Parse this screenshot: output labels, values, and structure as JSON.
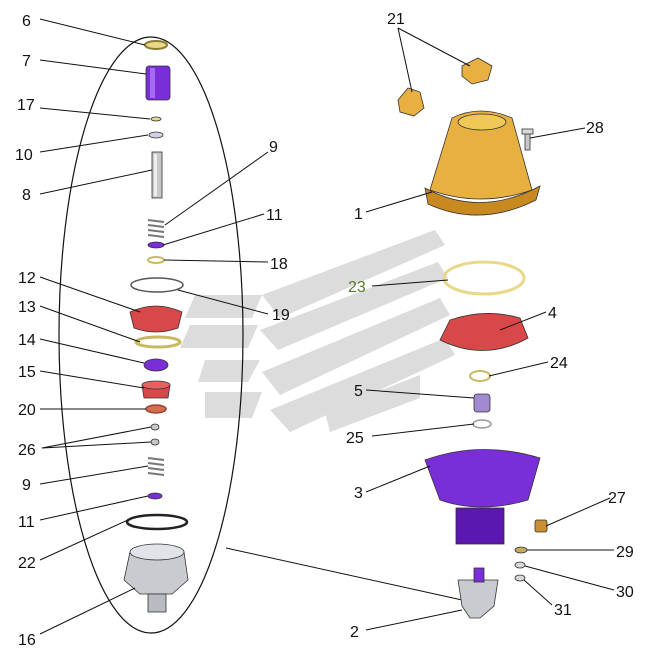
{
  "diagram": {
    "title": "",
    "watermark": "logo",
    "colors": {
      "orange": "#e8b040",
      "orange_dark": "#c88a20",
      "purple": "#7a2ed8",
      "purple_dark": "#5a18b0",
      "red": "#d84848",
      "red_dark": "#b02828",
      "gray": "#c8c8c8",
      "ring": "#e8d888",
      "watermark": "#dcdcdc",
      "label_green": "#5a7a2a"
    },
    "labels": {
      "p6": "6",
      "p7": "7",
      "p17": "17",
      "p10": "10",
      "p8": "8",
      "p9a": "9",
      "p11a": "11",
      "p18": "18",
      "p12": "12",
      "p19": "19",
      "p13": "13",
      "p14": "14",
      "p15": "15",
      "p20": "20",
      "p26": "26",
      "p9b": "9",
      "p11b": "11",
      "p22": "22",
      "p16": "16",
      "p21": "21",
      "p28": "28",
      "p1": "1",
      "p23": "23",
      "p4": "4",
      "p24": "24",
      "p5": "5",
      "p25": "25",
      "p3": "3",
      "p27": "27",
      "p29": "29",
      "p30": "30",
      "p31": "31",
      "p2": "2"
    }
  }
}
